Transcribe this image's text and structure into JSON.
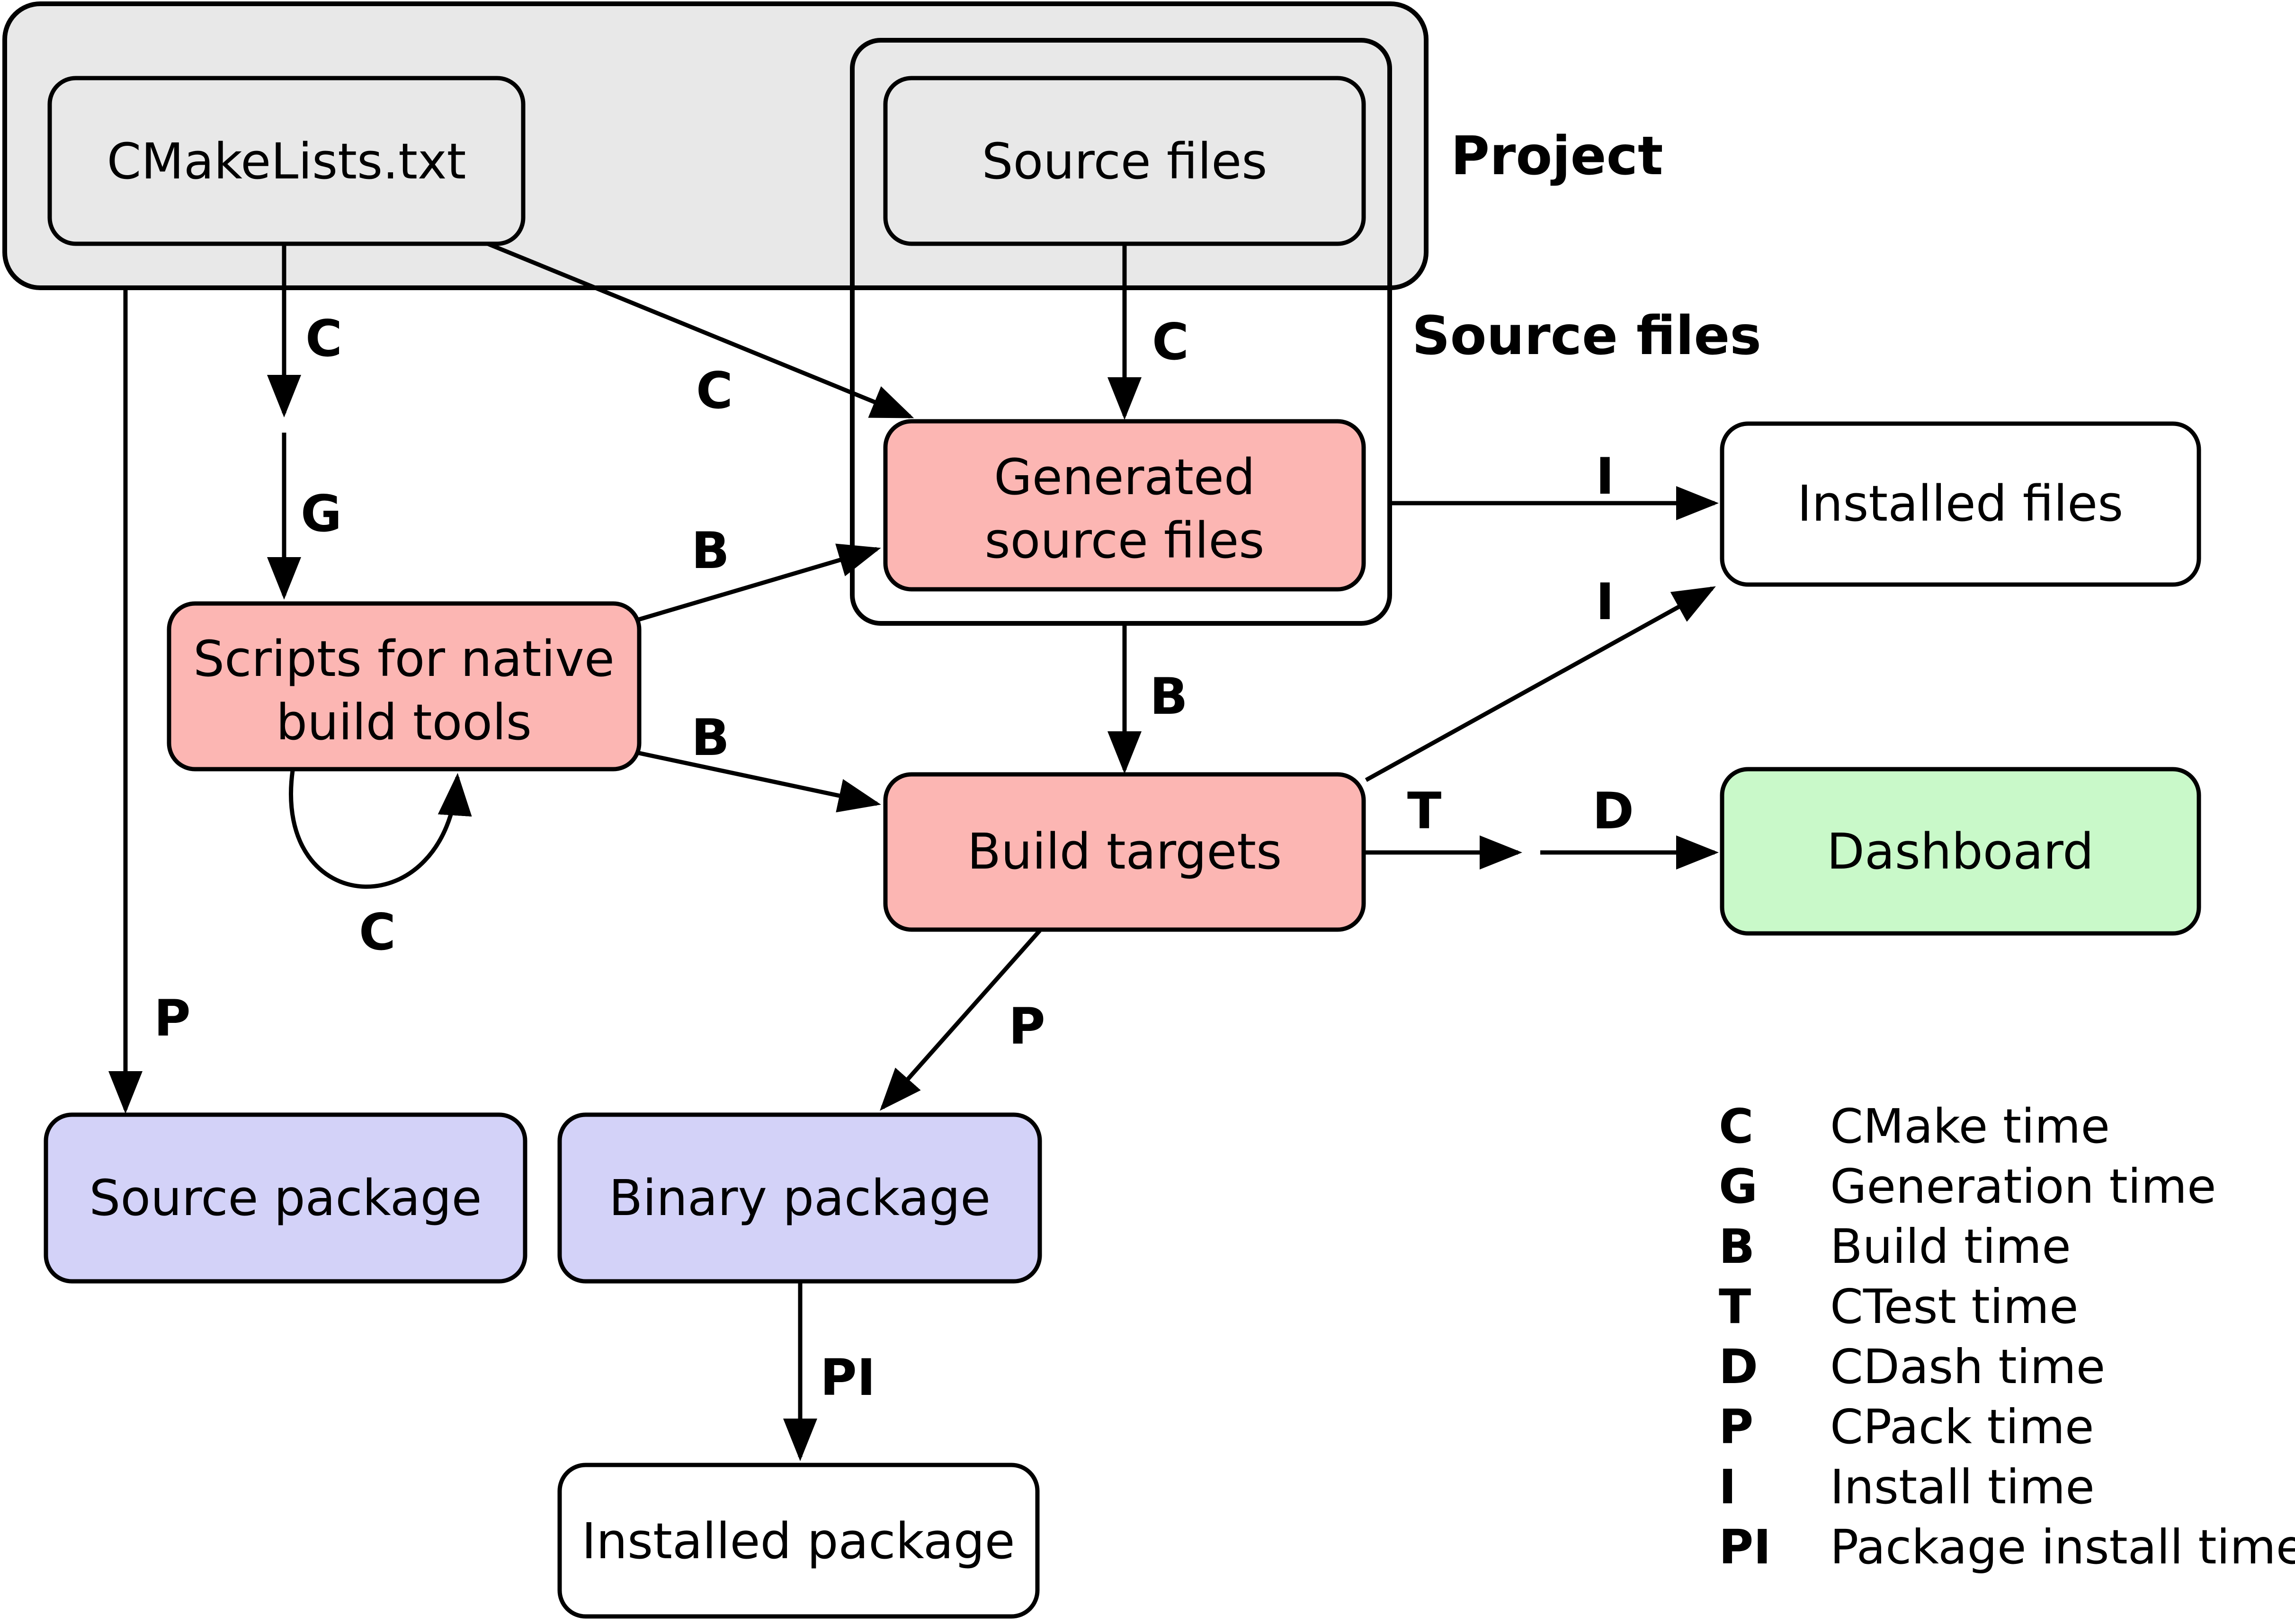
{
  "containers": {
    "project": {
      "label": "Project",
      "fill": "#e8e8e8"
    },
    "source_files_group": {
      "label": "Source files",
      "fill": "none"
    }
  },
  "nodes": {
    "cmakelists": {
      "label": "CMakeLists.txt",
      "fill": "#e8e8e8"
    },
    "source_files": {
      "label": "Source files",
      "fill": "#e8e8e8"
    },
    "generated_source_files": {
      "line1": "Generated",
      "line2": "source files",
      "fill": "#fcb6b3"
    },
    "scripts_for_native_build_tools": {
      "line1": "Scripts for native",
      "line2": "build tools",
      "fill": "#fcb6b3"
    },
    "build_targets": {
      "label": "Build targets",
      "fill": "#fcb6b3"
    },
    "installed_files": {
      "label": "Installed files",
      "fill": "#ffffff"
    },
    "dashboard": {
      "label": "Dashboard",
      "fill": "#c9f9c9"
    },
    "source_package": {
      "label": "Source package",
      "fill": "#d3d2f8"
    },
    "binary_package": {
      "label": "Binary package",
      "fill": "#d3d2f8"
    },
    "installed_package": {
      "label": "Installed package",
      "fill": "#ffffff"
    }
  },
  "edge_labels": {
    "c_from_cmakelists": "C",
    "g_generation": "G",
    "c_diagonal": "C",
    "c_from_source_files": "C",
    "c_selfloop": "C",
    "b_scripts_to_generated": "B",
    "b_generated_to_targets": "B",
    "b_scripts_to_targets": "B",
    "t_ctest": "T",
    "d_cdash": "D",
    "i_to_installed_files": "I",
    "i_from_build_targets": "I",
    "p_to_source_package": "P",
    "p_to_binary_package": "P",
    "pi_package_install": "PI"
  },
  "legend": {
    "items": [
      {
        "key": "C",
        "label": "CMake time"
      },
      {
        "key": "G",
        "label": "Generation time"
      },
      {
        "key": "B",
        "label": "Build time"
      },
      {
        "key": "T",
        "label": "CTest time"
      },
      {
        "key": "D",
        "label": "CDash time"
      },
      {
        "key": "P",
        "label": "CPack time"
      },
      {
        "key": "I",
        "label": "Install time"
      },
      {
        "key": "PI",
        "label": "Package install time"
      }
    ]
  },
  "colors": {
    "border": "#000000",
    "background": "#ffffff",
    "container_gray": "#e8e8e8",
    "node_pink": "#fcb6b3",
    "node_lavender": "#d3d2f8",
    "node_green": "#c9f9c9",
    "node_white": "#ffffff"
  }
}
